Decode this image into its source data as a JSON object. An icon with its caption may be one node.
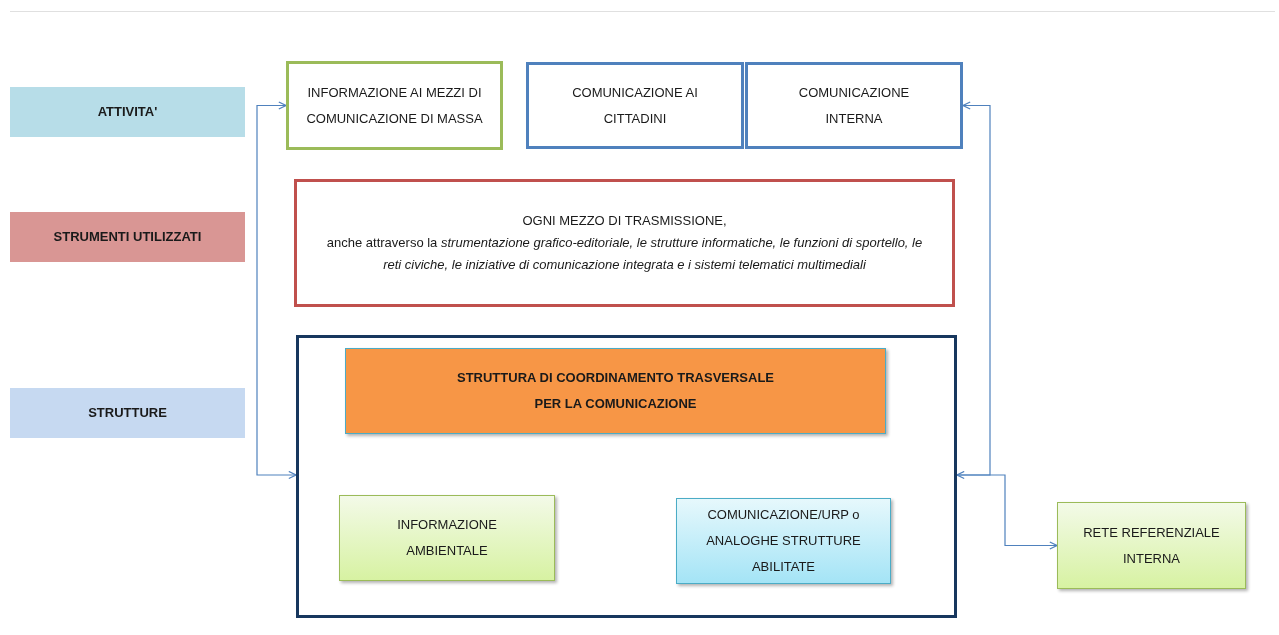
{
  "diagram": {
    "nodes": [
      {
        "text": [
          "ATTIVITA'"
        ]
      },
      {
        "text": [
          "STRUMENTI UTILIZZATI"
        ]
      },
      {
        "text": [
          "STRUTTURE"
        ]
      },
      {
        "text": [
          "INFORMAZIONE AI MEZZI DI COMUNICAZIONE DI MASSA"
        ]
      },
      {
        "text": [
          "COMUNICAZIONE AI CITTADINI"
        ]
      },
      {
        "text": [
          "COMUNICAZIONE INTERNA"
        ]
      },
      {
        "text": [
          "OGNI MEZZO DI TRASMISSIONE,",
          "anche attraverso la *strumentazione grafico-editoriale, le strutture informatiche, le funzioni di sportello, le reti civiche, le iniziative di comunicazione integrata e i sistemi telematici multimediali*"
        ]
      },
      {
        "text": [],
        "shape": "box"
      },
      {
        "text": [
          "STRUTTURA DI COORDINAMENTO TRASVERSALE PER LA COMUNICAZIONE"
        ],
        "in": 7
      },
      {
        "text": [
          "INFORMAZIONE AMBIENTALE"
        ],
        "in": 7
      },
      {
        "text": [
          "COMUNICAZIONE/URP o ANALOGHE STRUTTURE ABILITATE"
        ],
        "in": 7
      },
      {
        "text": [
          "RETE REFERENZIALE INTERNA"
        ]
      }
    ],
    "edges": [
      {
        "from": 3,
        "to": 7,
        "arrow": "both"
      },
      {
        "from": 5,
        "to": 7,
        "arrow": "both"
      },
      {
        "from": 7,
        "to": 11,
        "arrow": "to"
      }
    ]
  }
}
